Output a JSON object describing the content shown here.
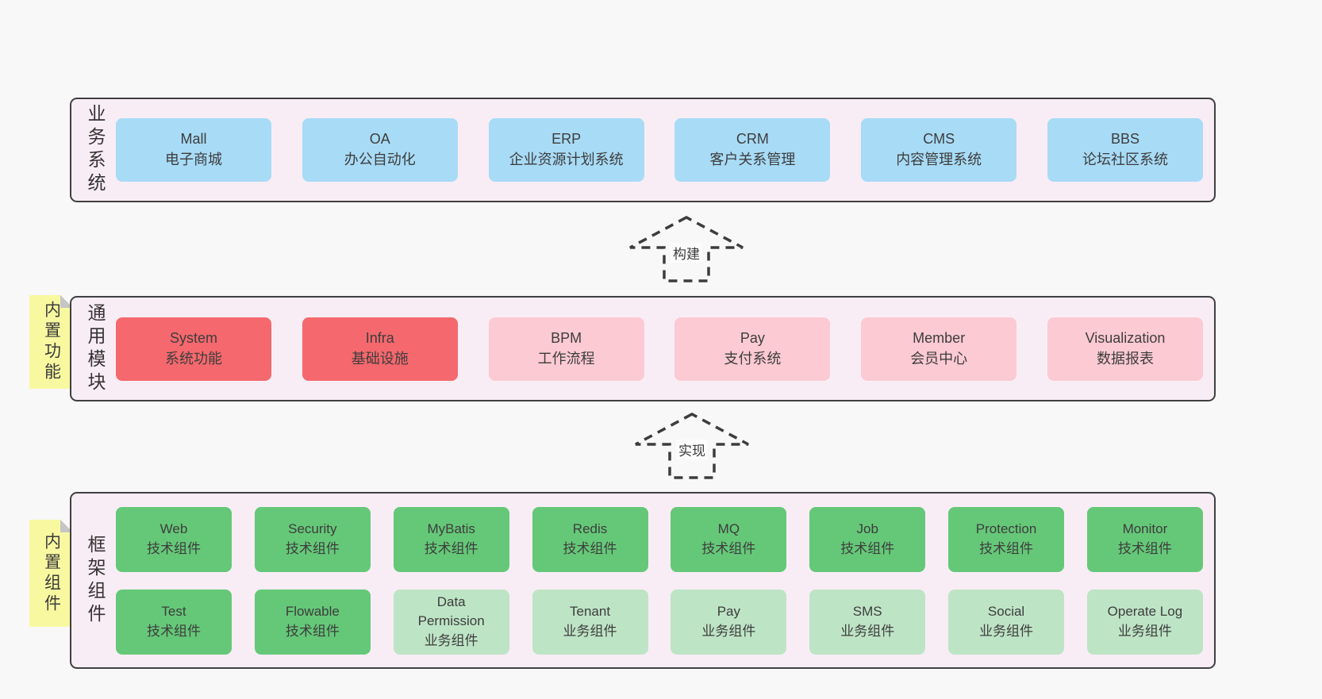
{
  "colors": {
    "page_bg": "#f8f8f8",
    "panel_bg": "#f8edf5",
    "panel_border": "#404040",
    "box_blue": "#a8dbf6",
    "box_red": "#f5686d",
    "box_pink": "#fccad3",
    "box_green": "#65c878",
    "box_light_green": "#bee4c6",
    "sticky_bg": "#f8f8a1",
    "sticky_fold": "#c5c5c5",
    "text": "#3d3d3d"
  },
  "layers": [
    {
      "label": "业务系统",
      "sticky": null,
      "rows": [
        [
          {
            "en": "Mall",
            "zh": "电子商城",
            "variant": "blue"
          },
          {
            "en": "OA",
            "zh": "办公自动化",
            "variant": "blue"
          },
          {
            "en": "ERP",
            "zh": "企业资源计划系统",
            "variant": "blue"
          },
          {
            "en": "CRM",
            "zh": "客户关系管理",
            "variant": "blue"
          },
          {
            "en": "CMS",
            "zh": "内容管理系统",
            "variant": "blue"
          },
          {
            "en": "BBS",
            "zh": "论坛社区系统",
            "variant": "blue"
          }
        ]
      ]
    },
    {
      "label": "通用模块",
      "sticky": "内置功能",
      "rows": [
        [
          {
            "en": "System",
            "zh": "系统功能",
            "variant": "red"
          },
          {
            "en": "Infra",
            "zh": "基础设施",
            "variant": "red"
          },
          {
            "en": "BPM",
            "zh": "工作流程",
            "variant": "pink"
          },
          {
            "en": "Pay",
            "zh": "支付系统",
            "variant": "pink"
          },
          {
            "en": "Member",
            "zh": "会员中心",
            "variant": "pink"
          },
          {
            "en": "Visualization",
            "zh": "数据报表",
            "variant": "pink"
          }
        ]
      ]
    },
    {
      "label": "框架组件",
      "sticky": "内置组件",
      "rows": [
        [
          {
            "en": "Web",
            "zh": "技术组件",
            "variant": "green"
          },
          {
            "en": "Security",
            "zh": "技术组件",
            "variant": "green"
          },
          {
            "en": "MyBatis",
            "zh": "技术组件",
            "variant": "green"
          },
          {
            "en": "Redis",
            "zh": "技术组件",
            "variant": "green"
          },
          {
            "en": "MQ",
            "zh": "技术组件",
            "variant": "green"
          },
          {
            "en": "Job",
            "zh": "技术组件",
            "variant": "green"
          },
          {
            "en": "Protection",
            "zh": "技术组件",
            "variant": "green"
          },
          {
            "en": "Monitor",
            "zh": "技术组件",
            "variant": "green"
          }
        ],
        [
          {
            "en": "Test",
            "zh": "技术组件",
            "variant": "green"
          },
          {
            "en": "Flowable",
            "zh": "技术组件",
            "variant": "green"
          },
          {
            "en": "Data Permission",
            "zh": "业务组件",
            "variant": "light-green"
          },
          {
            "en": "Tenant",
            "zh": "业务组件",
            "variant": "light-green"
          },
          {
            "en": "Pay",
            "zh": "业务组件",
            "variant": "light-green"
          },
          {
            "en": "SMS",
            "zh": "业务组件",
            "variant": "light-green"
          },
          {
            "en": "Social",
            "zh": "业务组件",
            "variant": "light-green"
          },
          {
            "en": "Operate Log",
            "zh": "业务组件",
            "variant": "light-green"
          }
        ]
      ]
    }
  ],
  "arrows": [
    {
      "label": "构建"
    },
    {
      "label": "实现"
    }
  ]
}
